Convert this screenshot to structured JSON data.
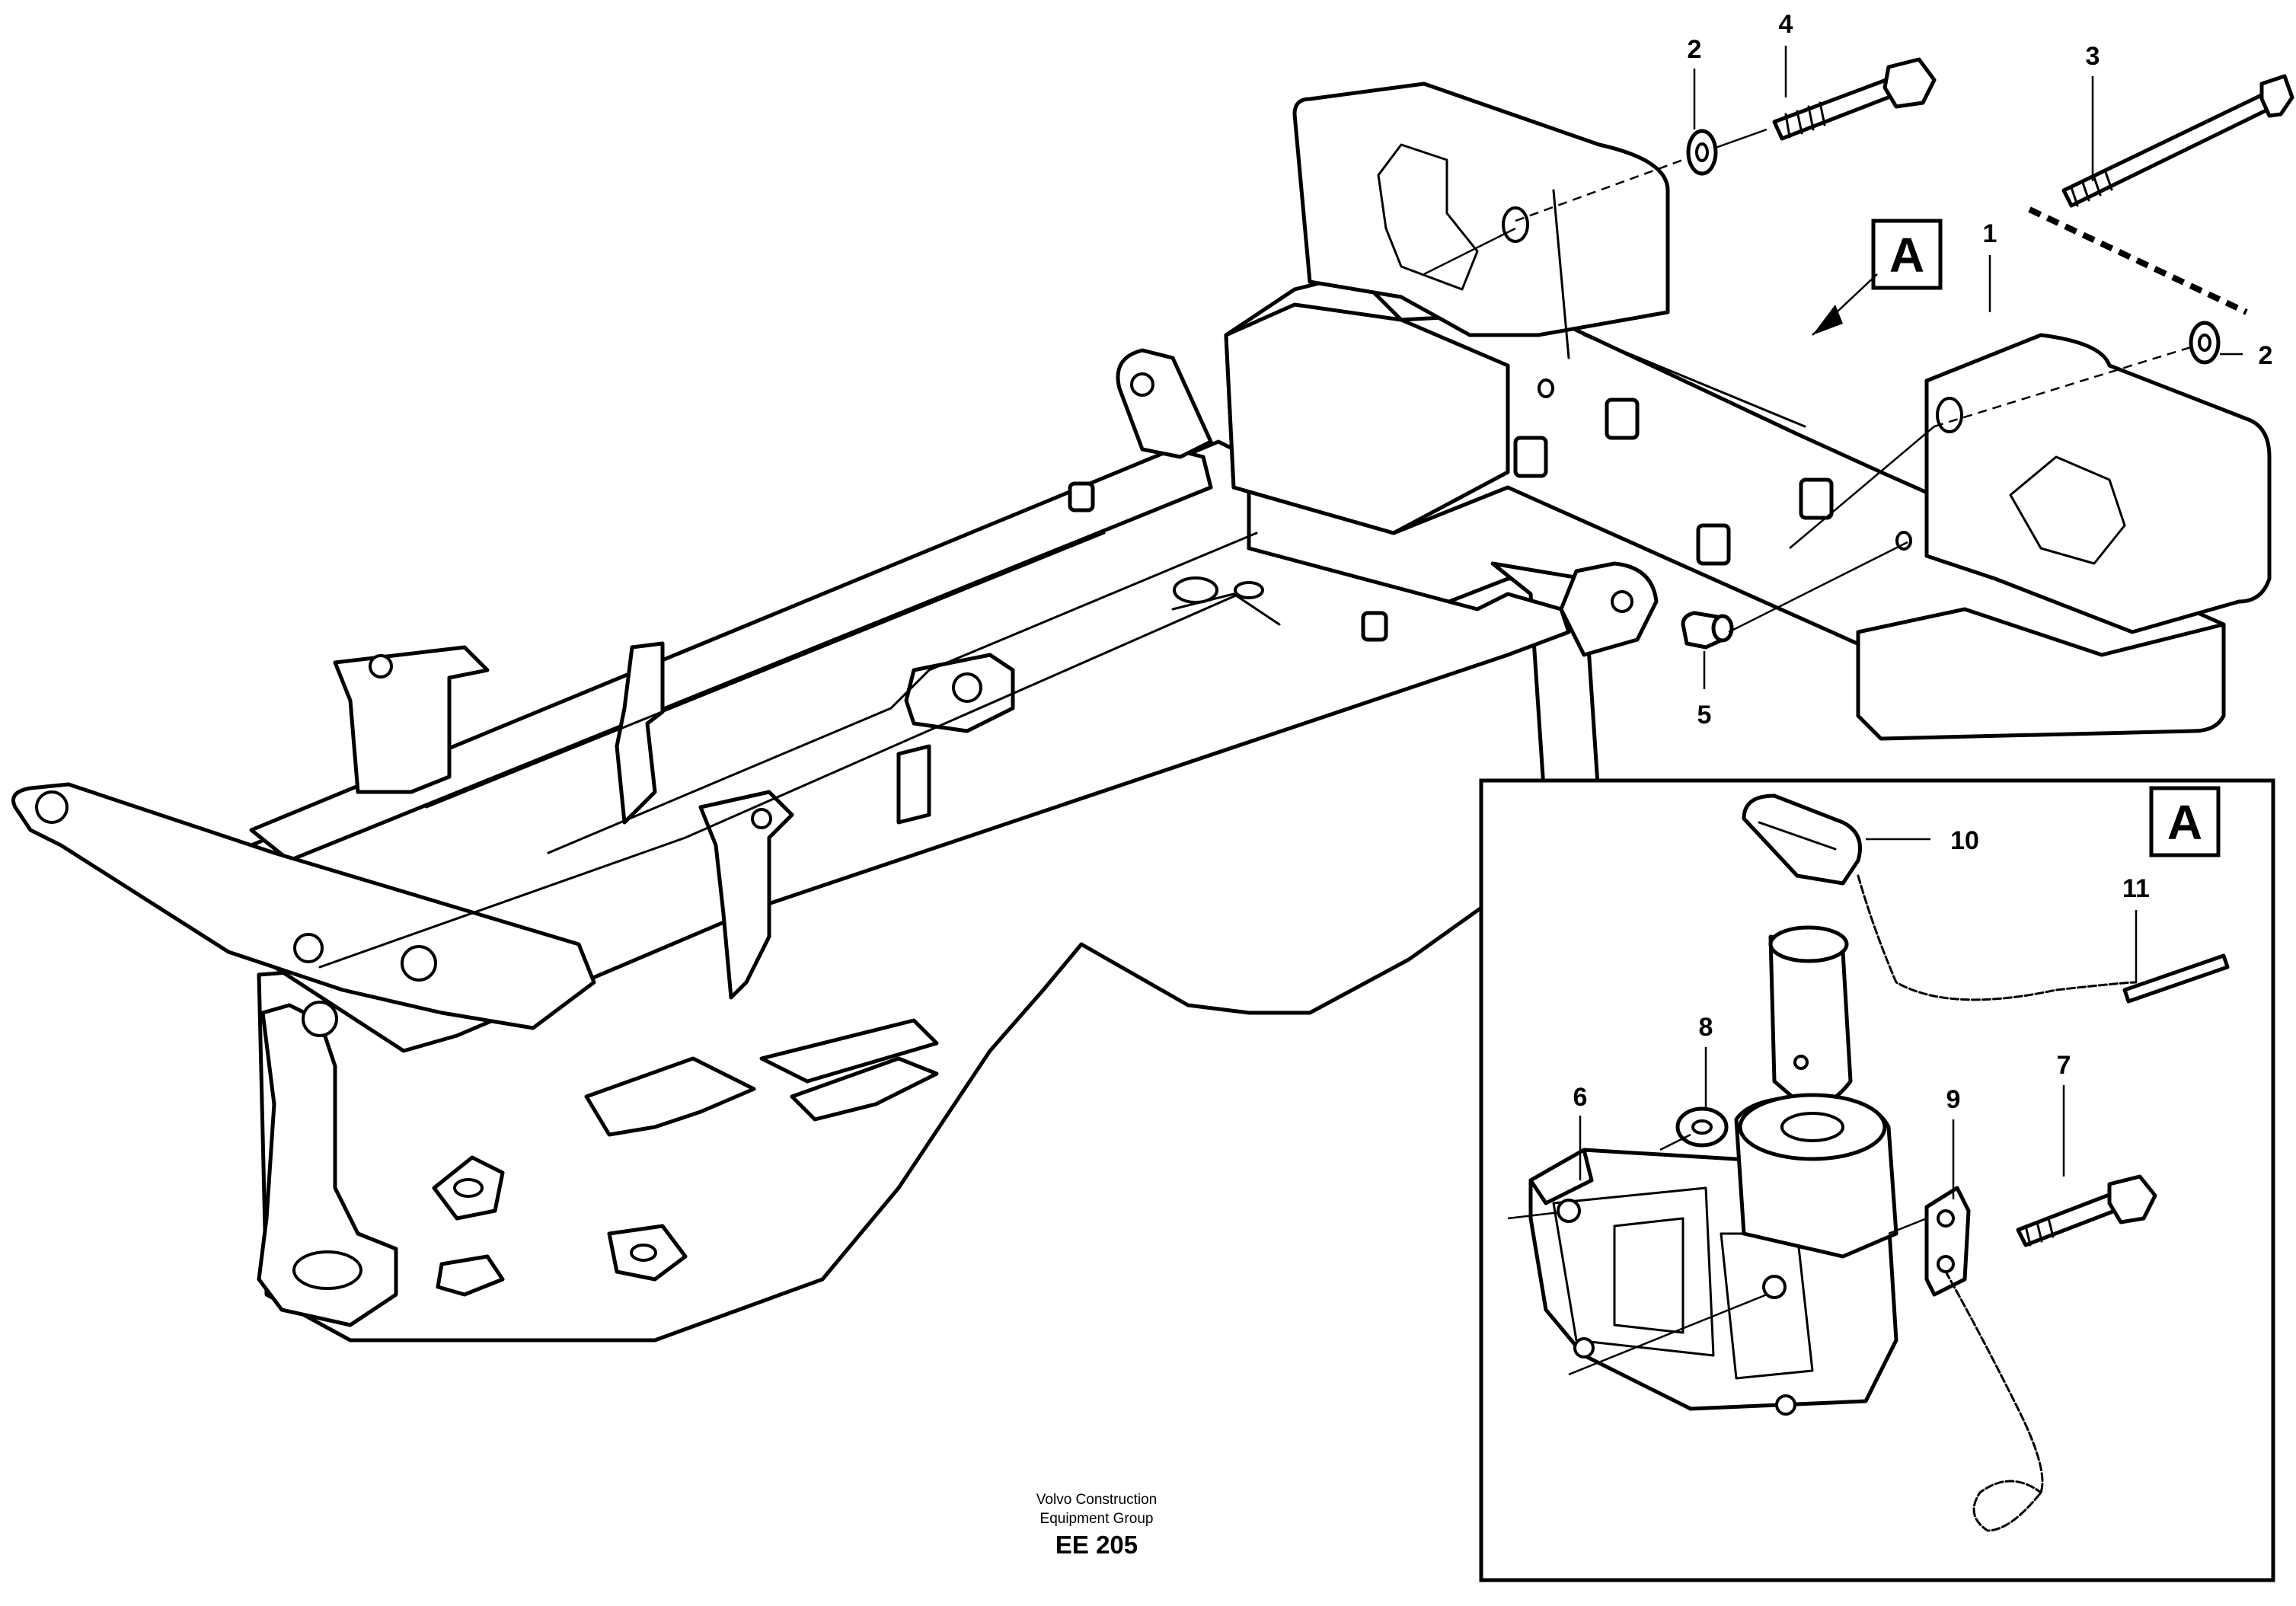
{
  "callouts": {
    "c1": "1",
    "c2a": "2",
    "c2b": "2",
    "c3": "3",
    "c4": "4",
    "c5": "5",
    "c6": "6",
    "c7": "7",
    "c8": "8",
    "c9": "9",
    "c10": "10",
    "c11": "11"
  },
  "view_markers": {
    "on_part": "A",
    "detail_box": "A"
  },
  "footer": {
    "line1": "Volvo Construction",
    "line2": "Equipment Group",
    "code": "EE 205"
  }
}
